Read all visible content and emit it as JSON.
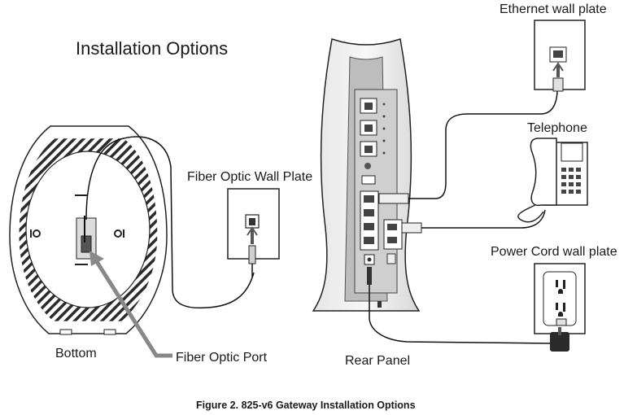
{
  "diagram": {
    "title": "Installation Options",
    "labels": {
      "ethernet_wall_plate": "Ethernet wall plate",
      "telephone": "Telephone",
      "fiber_optic_wall_plate": "Fiber Optic Wall Plate",
      "power_cord_wall_plate": "Power Cord wall plate",
      "bottom": "Bottom",
      "fiber_optic_port": "Fiber Optic Port",
      "rear_panel": "Rear Panel"
    },
    "caption": "Figure 2. 825-v6 Gateway Installation Options"
  }
}
